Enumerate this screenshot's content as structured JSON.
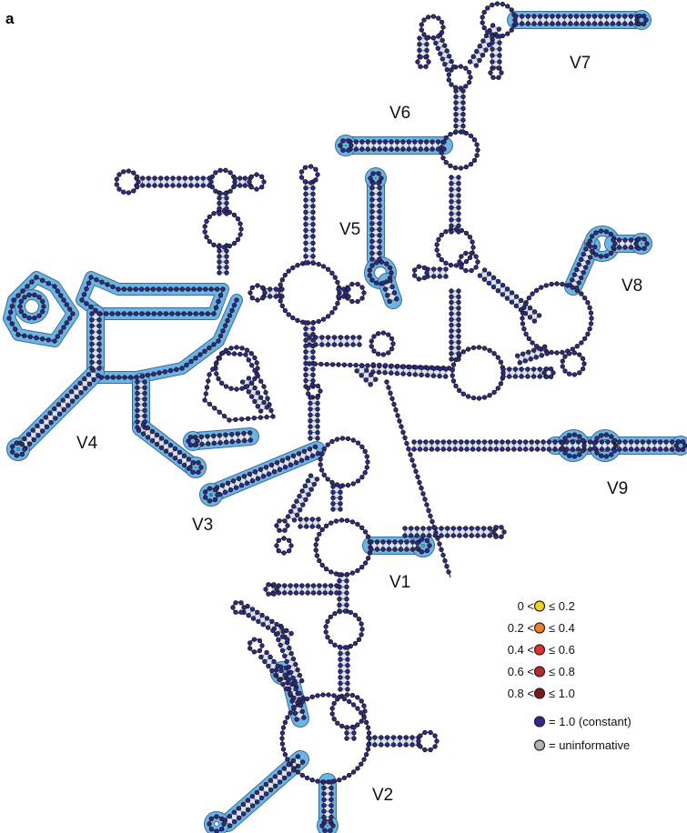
{
  "panel_letter": "a",
  "regions": {
    "v1": "V1",
    "v2": "V2",
    "v3": "V3",
    "v4": "V4",
    "v5": "V5",
    "v6": "V6",
    "v7": "V7",
    "v8": "V8",
    "v9": "V9"
  },
  "legend": [
    {
      "left": "0 <",
      "right": "≤ 0.2",
      "color": "#f2d21b"
    },
    {
      "left": "0.2 <",
      "right": "≤ 0.4",
      "color": "#f07f2c"
    },
    {
      "left": "0.4 <",
      "right": "≤ 0.6",
      "color": "#e0312f"
    },
    {
      "left": "0.6 <",
      "right": "≤ 0.8",
      "color": "#b92a2a"
    },
    {
      "left": "0.8 <",
      "right": "≤ 1.0",
      "color": "#7a1a1a"
    },
    {
      "left": "",
      "right": "= 1.0 (constant)",
      "color": "#2e2a8c"
    },
    {
      "left": "",
      "right": "= uninformative",
      "color": "#b4b4b4"
    }
  ],
  "colors": {
    "highlight": "#6cb4e4",
    "highlight_edge": "#3a6a98",
    "nucleotide": "#2e2a8c",
    "pair_fill": "#d7e3f2"
  }
}
